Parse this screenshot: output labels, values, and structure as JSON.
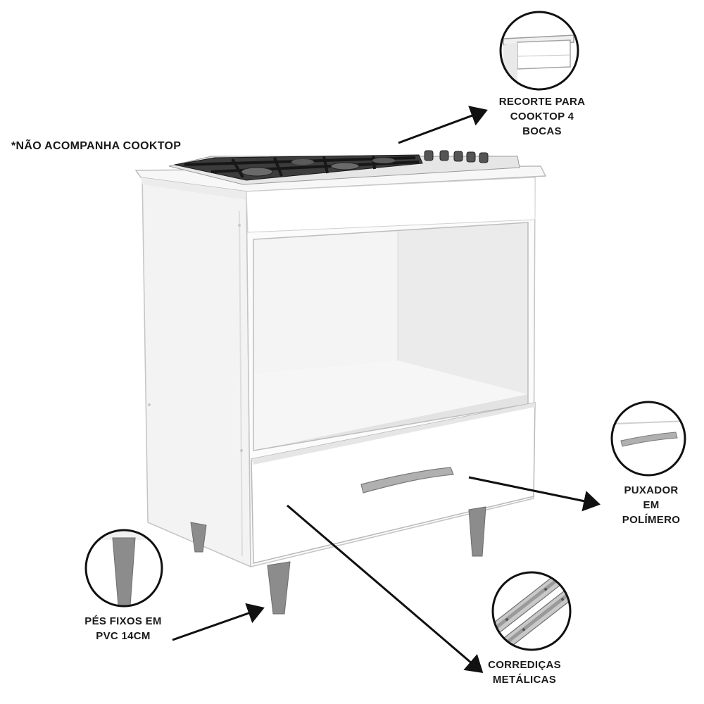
{
  "note": "*NÃO ACOMPANHA COOKTOP",
  "callouts": {
    "cooktop": {
      "lines": [
        "RECORTE PARA",
        "COOKTOP 4",
        "BOCAS"
      ],
      "icon": "cooktop-cutout-detail"
    },
    "handle": {
      "lines": [
        "PUXADOR",
        "EM",
        "POLÍMERO"
      ],
      "icon": "polymer-handle-detail"
    },
    "legs": {
      "lines": [
        "PÉS FIXOS EM",
        "PVC 14CM"
      ],
      "icon": "pvc-leg-detail"
    },
    "slides": {
      "lines": [
        "CORREDIÇAS",
        "METÁLICAS"
      ],
      "icon": "metal-slides-detail"
    }
  },
  "colors": {
    "cabinet": "#ffffff",
    "shade": "#e6e6e6",
    "legs": "#8c8c8c",
    "text": "#1a1a1a"
  }
}
